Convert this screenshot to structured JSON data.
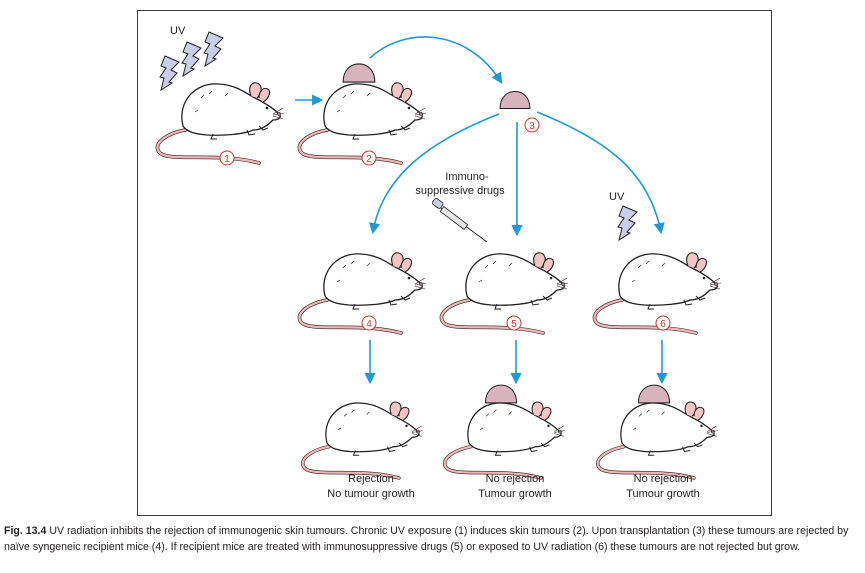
{
  "labels": {
    "uv_top": "UV",
    "uv_right": "UV",
    "drug_line1": "Immuno-",
    "drug_line2": "suppressive drugs",
    "out4_line1": "Rejection",
    "out4_line2": "No tumour growth",
    "out5_line1": "No rejection",
    "out5_line2": "Tumour growth",
    "out6_line1": "No rejection",
    "out6_line2": "Tumour growth"
  },
  "steps": [
    "1",
    "2",
    "3",
    "4",
    "5",
    "6"
  ],
  "caption": {
    "fig_label": "Fig. 13.4",
    "text": " UV radiation inhibits the rejection of immunogenic skin tumours. Chronic UV exposure (1) induces skin tumours (2). Upon transplantation (3) these tumours are rejected by naïve syngeneic recipient mice (4). If recipient mice are treated with immunosuppressive drugs (5) or exposed to UV radiation (6) these tumours are not rejected but grow."
  },
  "colors": {
    "arrow": "#1f9ad6",
    "tumour": "#d6b3bd",
    "tail": "#f0b6b6",
    "step_number": "#c0392b",
    "uv_bolt": "#c9cfe8"
  }
}
